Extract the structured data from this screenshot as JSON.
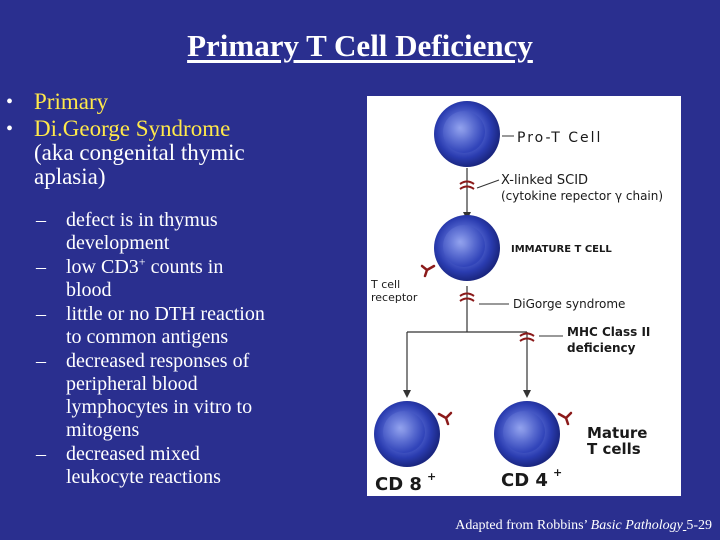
{
  "title": "Primary T Cell Deficiency",
  "bullets": [
    {
      "text": "Primary"
    },
    {
      "text": "Di.George Syndrome",
      "cont": [
        "(aka congenital thymic",
        "aplasia)"
      ]
    }
  ],
  "sub_bullets": [
    {
      "lines": [
        "defect is in thymus",
        "development"
      ]
    },
    {
      "pre": "low CD3",
      "sup": "+",
      "post": " counts in",
      "lines2": [
        "blood"
      ]
    },
    {
      "lines": [
        "little or no DTH reaction",
        "to common antigens"
      ]
    },
    {
      "lines": [
        "decreased responses of",
        "peripheral blood",
        "lymphocytes in vitro to",
        "mitogens"
      ]
    },
    {
      "lines": [
        "decreased mixed",
        "leukocyte reactions"
      ]
    }
  ],
  "figure": {
    "pro_t": "Pro-T Cell",
    "xscid_1": "X-linked SCID",
    "xscid_2": "(cytokine repector γ chain)",
    "immature": "IMMATURE T CELL",
    "tcr_1": "T cell",
    "tcr_2": "receptor",
    "digeorge": "DiGorge syndrome",
    "mhc_1": "MHC Class II",
    "mhc_2": "deficiency",
    "mature_1": "Mature",
    "mature_2": "T cells",
    "cd8": "CD 8",
    "cd4": "CD 4",
    "plus": "+"
  },
  "caption": {
    "pre": "Adapted from Robbins’ ",
    "italic": "Basic Pathology",
    "underlined": " ",
    "post": "5-29"
  },
  "colors": {
    "background": "#2a2f8f",
    "bullet_highlight": "#ffe94a",
    "block_marker": "#8b1a1a",
    "cell_blue": "#3b4fc4"
  }
}
